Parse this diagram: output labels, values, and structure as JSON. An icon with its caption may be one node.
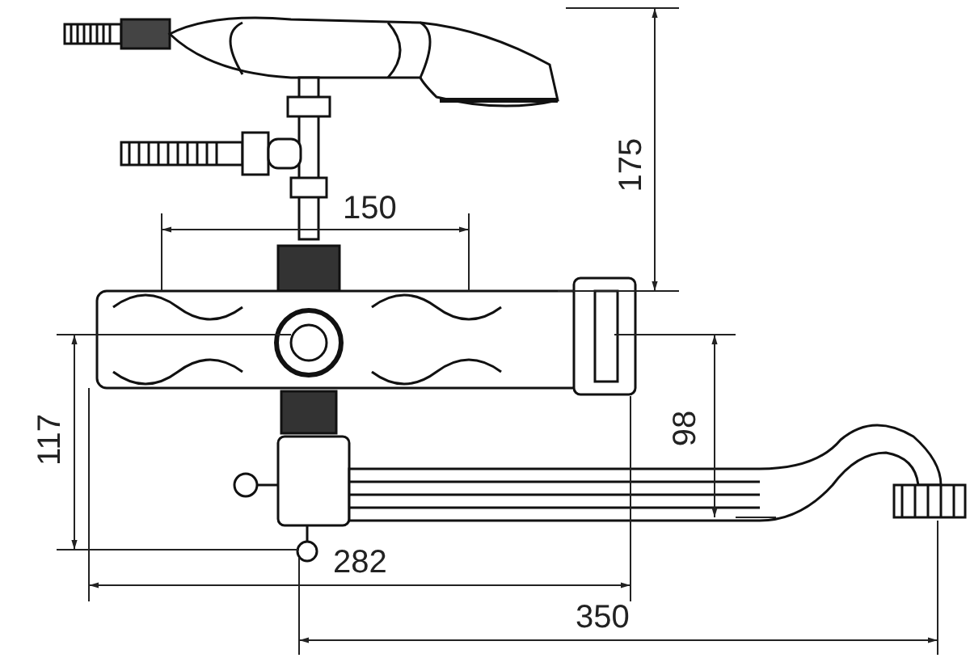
{
  "diagram": {
    "labels": [
      "175",
      "150",
      "98",
      "117",
      "282",
      "350"
    ]
  }
}
